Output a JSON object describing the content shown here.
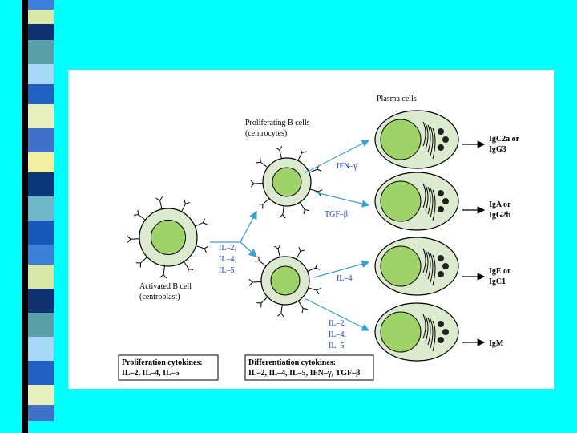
{
  "diagram": {
    "activated_cell": {
      "line1": "Activated B cell",
      "line2": "(centroblast)"
    },
    "proliferating_cells": {
      "line1": "Proliferating B cells",
      "line2": "(centrocytes)"
    },
    "plasma_cells_title": "Plasma cells",
    "input_cytokines": [
      "IL–2,",
      "IL–4,",
      "IL–5"
    ],
    "branch_cytokines": {
      "ifn": "IFN–γ",
      "tgf": "TGF–β",
      "il4": "IL–4",
      "il245": [
        "IL–2,",
        "IL–4,",
        "IL–5"
      ]
    },
    "outputs": [
      [
        "IgC2a or",
        "IgG3"
      ],
      [
        "IgA or",
        "IgG2b"
      ],
      [
        "IgE or",
        "IgC1"
      ],
      [
        "IgM"
      ]
    ],
    "legend_left": {
      "title": "Proliferation cytokines:",
      "items": "IL–2, IL–4, IL–5"
    },
    "legend_right": {
      "title": "Differentiation cytokines:",
      "items": "IL–2, IL–4, IL–5, IFN–γ, TGF–β"
    }
  },
  "colors": {
    "background": "#00ffff",
    "cytokine_text": "#1f3fbf",
    "arrow": "#3aa0d0",
    "nucleus": "#9fd36a",
    "cytoplasm": "#dcebd0"
  }
}
